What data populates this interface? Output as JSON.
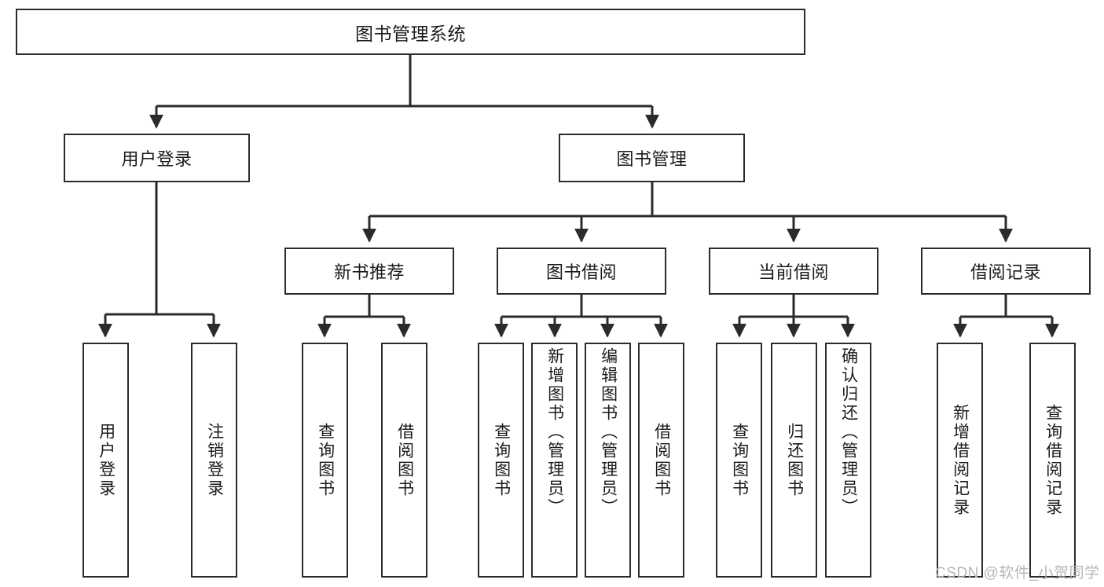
{
  "diagram": {
    "title": "图书管理系统",
    "type": "tree-hierarchy",
    "levels": 4,
    "root": {
      "id": "root",
      "label": "图书管理系统"
    },
    "level2": [
      {
        "id": "user-login",
        "label": "用户登录"
      },
      {
        "id": "book-manage",
        "label": "图书管理"
      }
    ],
    "level3": [
      {
        "id": "new-book-rec",
        "label": "新书推荐",
        "parent": "book-manage"
      },
      {
        "id": "book-borrow",
        "label": "图书借阅",
        "parent": "book-manage"
      },
      {
        "id": "current-borrow",
        "label": "当前借阅",
        "parent": "book-manage"
      },
      {
        "id": "borrow-record",
        "label": "借阅记录",
        "parent": "book-manage"
      }
    ],
    "leaves": {
      "user_login": [
        {
          "id": "leaf-user-login",
          "label": "用户登录"
        },
        {
          "id": "leaf-user-logout",
          "label": "注销登录"
        }
      ],
      "new_book_rec": [
        {
          "id": "leaf-query-book-1",
          "label": "查询图书"
        },
        {
          "id": "leaf-borrow-book-1",
          "label": "借阅图书"
        }
      ],
      "book_borrow": [
        {
          "id": "leaf-query-book-2",
          "label": "查询图书"
        },
        {
          "id": "leaf-add-book",
          "label": "新增图书（管理员）"
        },
        {
          "id": "leaf-edit-book",
          "label": "编辑图书（管理员）"
        },
        {
          "id": "leaf-borrow-book-2",
          "label": "借阅图书"
        }
      ],
      "current_borrow": [
        {
          "id": "leaf-query-book-3",
          "label": "查询图书"
        },
        {
          "id": "leaf-return-book",
          "label": "归还图书"
        },
        {
          "id": "leaf-confirm-return",
          "label": "确认归还（管理员）"
        }
      ],
      "borrow_record": [
        {
          "id": "leaf-add-record",
          "label": "新增借阅记录"
        },
        {
          "id": "leaf-query-record",
          "label": "查询借阅记录"
        }
      ]
    }
  },
  "watermark": {
    "text": "CSDN @软件_小贺同学"
  },
  "colors": {
    "stroke": "#2b2b2b",
    "box_fill": "#ffffff",
    "text": "#1b1b1b",
    "watermark": "#b6b6b6",
    "background": "#ffffff"
  }
}
